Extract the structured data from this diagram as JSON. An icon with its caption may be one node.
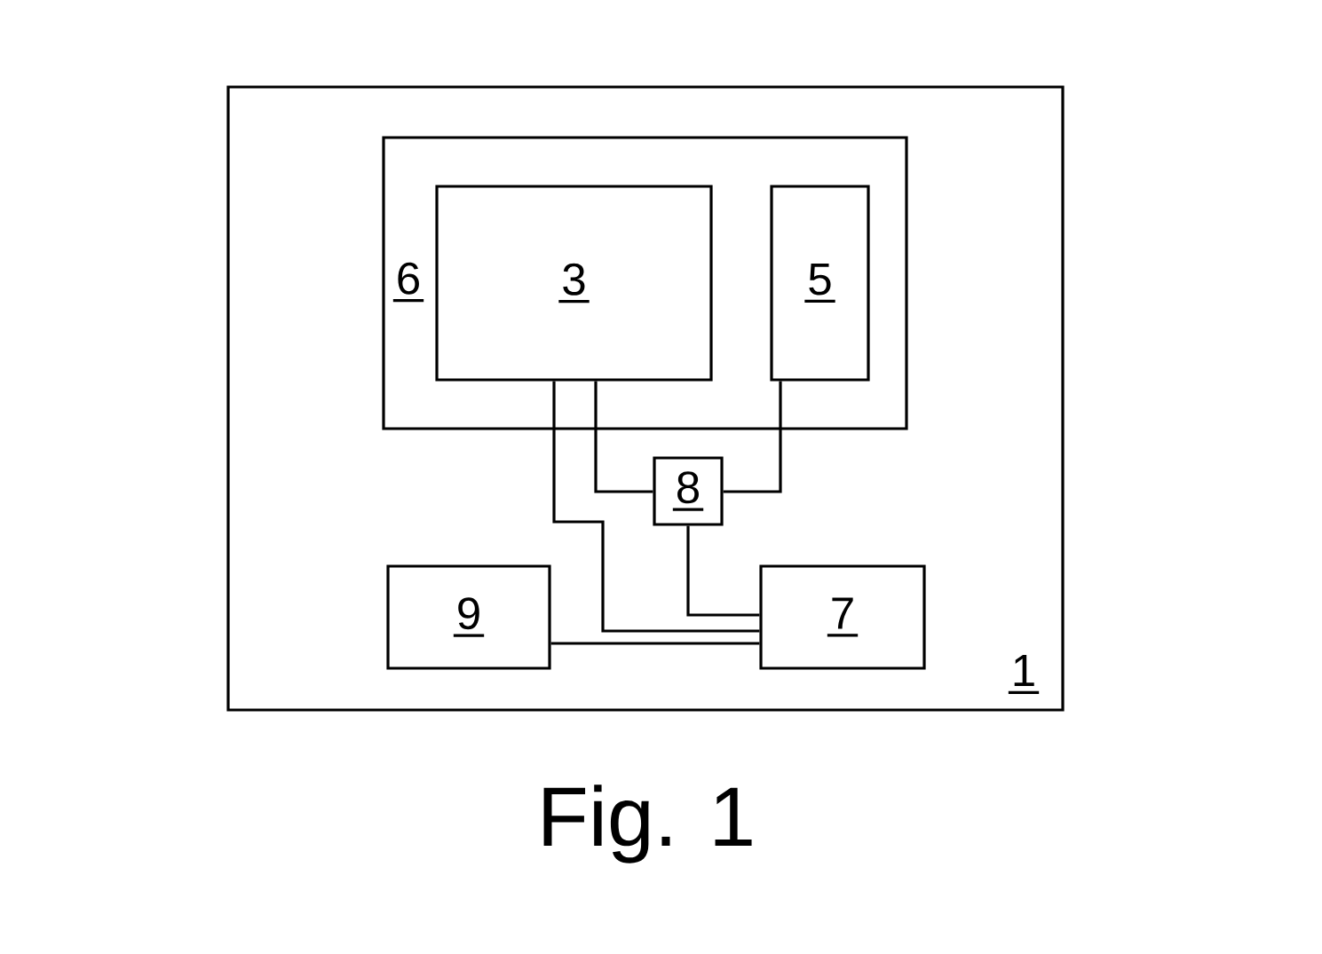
{
  "diagram": {
    "caption": "Fig. 1",
    "nodes": [
      {
        "text": [
          "1"
        ]
      },
      {
        "text": [
          "6"
        ],
        "in": 0
      },
      {
        "text": [
          "3"
        ],
        "in": 1
      },
      {
        "text": [
          "5"
        ],
        "in": 1
      },
      {
        "text": [
          "8"
        ],
        "in": 0
      },
      {
        "text": [
          "9"
        ],
        "in": 0
      },
      {
        "text": [
          "7"
        ],
        "in": 0
      }
    ],
    "edges": [
      {
        "from": 2,
        "to": 6,
        "arrow": "none"
      },
      {
        "from": 2,
        "to": 4,
        "arrow": "none"
      },
      {
        "from": 3,
        "to": 4,
        "arrow": "none"
      },
      {
        "from": 4,
        "to": 6,
        "arrow": "none"
      },
      {
        "from": 5,
        "to": 6,
        "arrow": "none"
      }
    ]
  }
}
